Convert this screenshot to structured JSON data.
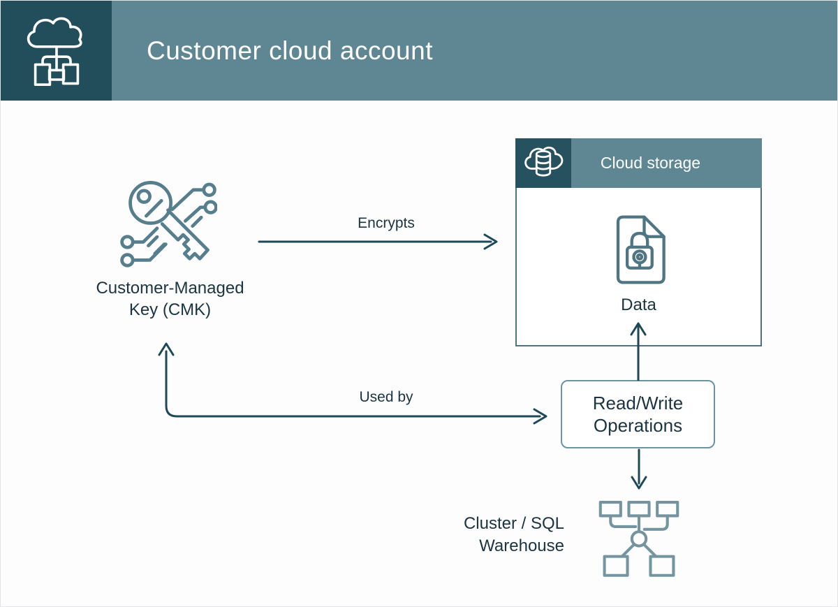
{
  "header": {
    "title": "Customer cloud account",
    "icon": "cloud-network-icon"
  },
  "colors": {
    "dark_teal": "#224E5C",
    "mid_teal": "#5E8793",
    "box_border": "#4C7383",
    "rw_border": "#6C93A1",
    "arrow": "#1D4857",
    "text": "#1A3441",
    "key_icon_stroke": "#567E8D",
    "file_icon_stroke": "#4F7584",
    "cluster_icon_stroke": "#74949F"
  },
  "nodes": {
    "cmk": {
      "icon": "managed-key-icon",
      "label_line1": "Customer-Managed",
      "label_line2": "Key (CMK)"
    },
    "cloud_storage": {
      "icon": "cloud-database-icon",
      "title": "Cloud storage",
      "data_icon": "encrypted-file-icon",
      "data_label": "Data"
    },
    "read_write": {
      "label_line1": "Read/Write",
      "label_line2": "Operations"
    },
    "cluster": {
      "icon": "cluster-nodes-icon",
      "label_line1": "Cluster / SQL",
      "label_line2": "Warehouse"
    }
  },
  "edges": {
    "encrypts_label": "Encrypts",
    "used_by_label": "Used by"
  }
}
